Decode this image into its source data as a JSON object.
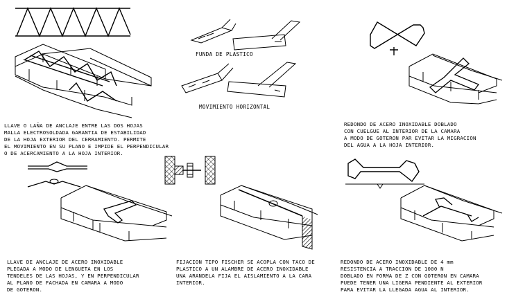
{
  "labels": {
    "plastic_sleeve": "FUNDA DE PLASTICO",
    "horizontal_movement": "MOVIMIENTO HORIZONTAL"
  },
  "captions": {
    "c1": [
      "LLAVE O LAÑA DE ANCLAJE ENTRE LAS DOS HOJAS",
      "MALLA ELECTROSOLDADA GARANTIA DE  ESTABILIDAD",
      "DE LA HOJA EXTERIOR DEL CERRAMIENTO. PERMITE",
      "EL MOVIMIENTO EN SU PLANO E IMPIDE EL PERPENDICULAR",
      "O DE ACERCAMIENTO A LA HOJA INTERIOR."
    ],
    "c2": [
      "REDONDO DE ACERO INOXIDABLE DOBLADO",
      "CON CUELGUE AL INTERIOR DE LA CAMARA",
      "A MODO DE GOTERON PAR EVITAR LA MIGRACION",
      "DEL AGUA A LA HOJA INTERIOR."
    ],
    "c3": [
      "LLAVE DE ANCLAJE DE ACERO INOXIDABLE",
      "PLEGADA A MODO DE LENGUETA EN LOS",
      "TENDELES DE LAS HOJAS, Y EN PERPENDICULAR",
      "AL PLANO DE FACHADA EN CAMARA A MODO",
      "DE GOTERON."
    ],
    "c4": [
      "FIJACION TIPO FISCHER SE ACOPLA CON TACO DE",
      "PLASTICO A UN ALAMBRE DE ACERO INOXIDABLE",
      "UNA ARANDELA FIJA EL AISLAMIENTO A LA CARA",
      "INTERIOR."
    ],
    "c5": [
      "REDONDO DE ACERO INOXIDABLE DE 4 mm",
      "RESISTENCIA A TRACCION DE 1000 N",
      "DOBLADO EN FORMA DE Z CON GOTERON EN CAMARA",
      "PUEDE TENER UNA LIGERA PENDIENTE AL EXTERIOR",
      "PARA EVITAR LA LLEGADA AGUA AL INTERIOR."
    ]
  }
}
